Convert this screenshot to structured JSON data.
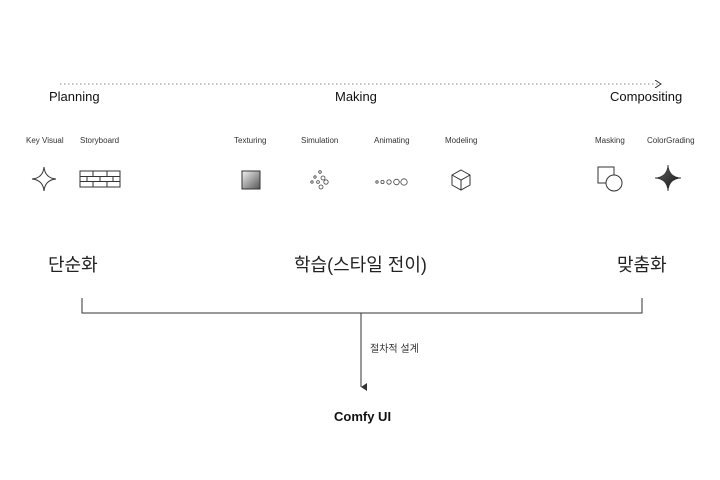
{
  "stages": {
    "planning": "Planning",
    "making": "Making",
    "compositing": "Compositing"
  },
  "tools": {
    "key_visual": "Key Visual",
    "storyboard": "Storyboard",
    "texturing": "Texturing",
    "simulation": "Simulation",
    "animating": "Animating",
    "modeling": "Modeling",
    "masking": "Masking",
    "color_grading": "ColorGrading"
  },
  "icons": {
    "key_visual": "sparkle-outline-icon",
    "storyboard": "brick-grid-icon",
    "texturing": "gradient-square-icon",
    "simulation": "particles-icon",
    "animating": "motion-circles-icon",
    "modeling": "cube-icon",
    "masking": "square-circle-icon",
    "color_grading": "sparkle-filled-icon"
  },
  "phases": {
    "simplify": "단순화",
    "learning": "학습(스타일 전이)",
    "customize": "맞춤화"
  },
  "bracket_label": "절차적 설계",
  "result": "Comfy UI",
  "colors": {
    "text": "#111111",
    "line": "#333333",
    "dotted": "#888888"
  }
}
